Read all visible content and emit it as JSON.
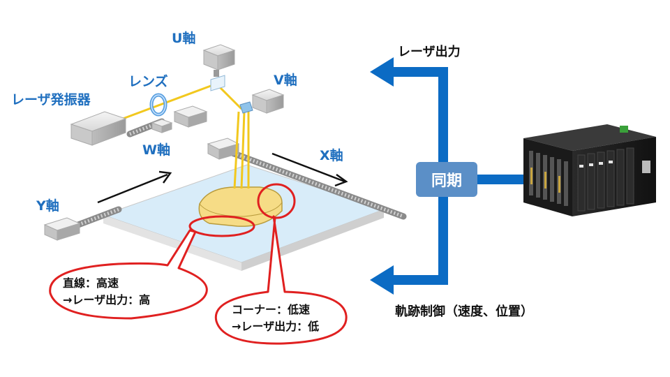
{
  "labels": {
    "u_axis": "U軸",
    "v_axis": "V軸",
    "w_axis": "W軸",
    "x_axis": "X軸",
    "y_axis": "Y軸",
    "lens": "レンズ",
    "laser_oscillator": "レーザ発振器",
    "laser_output_top": "レーザ出力",
    "sync": "同期",
    "trajectory_control": "軌跡制御（速度、位置）"
  },
  "callouts": {
    "straight_line1": "直線：高速",
    "straight_line2": "→レーザ出力：高",
    "corner_line1": "コーナー：低速",
    "corner_line2": "→レーザ出力：低"
  },
  "colors": {
    "label_blue": "#1f6fbf",
    "flow_blue": "#0b6bc4",
    "callout_red": "#e02020",
    "beam_yellow": "#f2c81e",
    "table_blue": "#cfe6f7"
  }
}
